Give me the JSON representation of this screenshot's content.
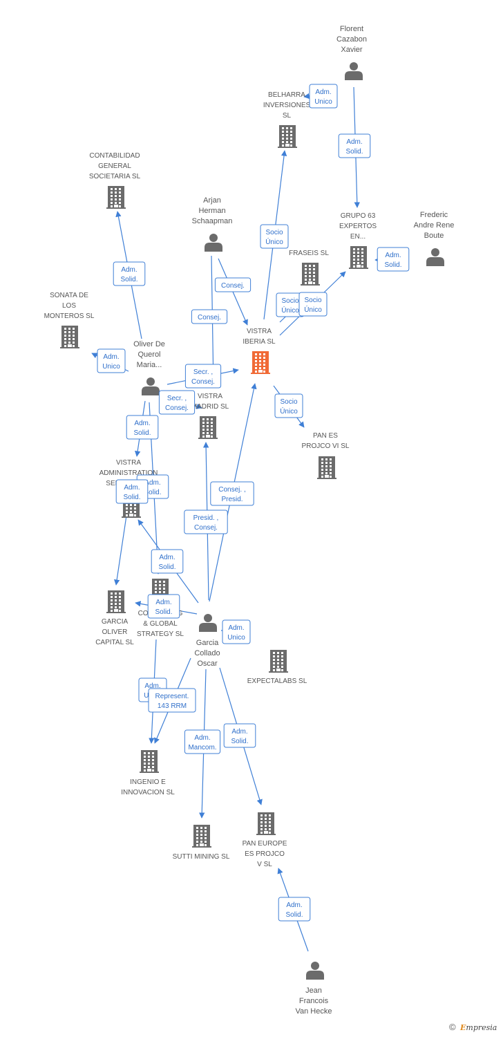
{
  "footer": {
    "copyright": "©",
    "brand_initial": "E",
    "brand_rest": "mpresia"
  },
  "nodes": [
    {
      "id": "florent",
      "type": "person",
      "label": [
        "Florent",
        "Cazabon",
        "Xavier"
      ]
    },
    {
      "id": "belharra",
      "type": "company",
      "label": [
        "BELHARRA",
        "INVERSIONES",
        "SL"
      ]
    },
    {
      "id": "contabilidad",
      "type": "company",
      "label": [
        "CONTABILIDAD",
        "GENERAL",
        "SOCIETARIA SL"
      ]
    },
    {
      "id": "arjan",
      "type": "person",
      "label": [
        "Arjan",
        "Herman",
        "Schaapman"
      ]
    },
    {
      "id": "grupo63",
      "type": "company",
      "label": [
        "GRUPO 63",
        "EXPERTOS",
        "EN..."
      ]
    },
    {
      "id": "frederic",
      "type": "person",
      "label": [
        "Frederic",
        "Andre Rene",
        "Boute"
      ]
    },
    {
      "id": "fraseis",
      "type": "company",
      "label": [
        "FRASEIS SL"
      ]
    },
    {
      "id": "sonata",
      "type": "company",
      "label": [
        "SONATA DE",
        "LOS",
        "MONTEROS SL"
      ]
    },
    {
      "id": "vistra_iberia",
      "type": "company-main",
      "label": [
        "VISTRA",
        "IBERIA SL"
      ]
    },
    {
      "id": "oliver",
      "type": "person",
      "label": [
        "Oliver De",
        "Querol",
        "Maria..."
      ]
    },
    {
      "id": "vistra_madrid",
      "type": "company",
      "label": [
        "VISTRA",
        "MADRID SL"
      ]
    },
    {
      "id": "panes_vi",
      "type": "company",
      "label": [
        "PAN ES",
        "PROJCO VI SL"
      ]
    },
    {
      "id": "vistra_admin",
      "type": "company",
      "label": [
        "VISTRA",
        "ADMINISTRATION",
        "SERVICES SL"
      ]
    },
    {
      "id": "consulting",
      "type": "company",
      "label": [
        "CONSULTING",
        "& GLOBAL",
        "STRATEGY SL"
      ]
    },
    {
      "id": "garcia_oliver",
      "type": "company",
      "label": [
        "GARCIA",
        "OLIVER",
        "CAPITAL SL"
      ]
    },
    {
      "id": "garcia_oscar",
      "type": "person",
      "label": [
        "Garcia",
        "Collado",
        "Oscar"
      ]
    },
    {
      "id": "expectalabs",
      "type": "company",
      "label": [
        "EXPECTALABS SL"
      ]
    },
    {
      "id": "ingenio",
      "type": "company",
      "label": [
        "INGENIO E",
        "INNOVACION SL"
      ]
    },
    {
      "id": "sutti",
      "type": "company",
      "label": [
        "SUTTI MINING SL"
      ]
    },
    {
      "id": "paneurope_v",
      "type": "company",
      "label": [
        "PAN EUROPE",
        "ES PROJCO",
        "V SL"
      ]
    },
    {
      "id": "jean",
      "type": "person",
      "label": [
        "Jean",
        "Francois",
        "Van Hecke"
      ]
    }
  ],
  "edges": [
    {
      "from": "florent",
      "to": "grupo63",
      "label": [
        "Adm.",
        "Solid."
      ]
    },
    {
      "from": "florent",
      "to": "belharra",
      "label": [
        "Adm.",
        "Unico"
      ]
    },
    {
      "from": "vistra_iberia",
      "to": "belharra",
      "label": [
        "Socio",
        "Único"
      ]
    },
    {
      "from": "oliver",
      "to": "contabilidad",
      "label": [
        "Adm.",
        "Solid."
      ]
    },
    {
      "from": "arjan",
      "to": "vistra_iberia",
      "label": [
        "Consej."
      ]
    },
    {
      "from": "arjan",
      "to": "vistra_madrid",
      "label": [
        "Consej."
      ]
    },
    {
      "from": "frederic",
      "to": "grupo63",
      "label": [
        "Adm.",
        "Solid."
      ]
    },
    {
      "from": "vistra_iberia",
      "to": "fraseis",
      "label": [
        "Socio",
        "Único"
      ]
    },
    {
      "from": "vistra_iberia",
      "to": "grupo63",
      "label": [
        "Socio",
        "Único"
      ]
    },
    {
      "from": "oliver",
      "to": "sonata",
      "label": [
        "Adm.",
        "Unico"
      ]
    },
    {
      "from": "oliver",
      "to": "vistra_iberia",
      "label": [
        "Secr. ,",
        "Consej."
      ]
    },
    {
      "from": "oliver",
      "to": "vistra_madrid",
      "label": [
        "Secr. ,",
        "Consej."
      ]
    },
    {
      "from": "vistra_iberia",
      "to": "panes_vi",
      "label": [
        "Socio",
        "Único"
      ]
    },
    {
      "from": "oliver",
      "to": "vistra_admin",
      "label": [
        "Adm.",
        "Solid."
      ]
    },
    {
      "from": "oliver",
      "to": "consulting",
      "label": [
        "Adm.",
        "Solid."
      ]
    },
    {
      "from": "oliver",
      "to": "garcia_oliver",
      "label": [
        "Adm.",
        "Solid."
      ]
    },
    {
      "from": "garcia_oscar",
      "to": "vistra_iberia",
      "label": [
        "Consej. ,",
        "Presid."
      ]
    },
    {
      "from": "garcia_oscar",
      "to": "vistra_madrid",
      "label": [
        "Presid. ,",
        "Consej."
      ]
    },
    {
      "from": "garcia_oscar",
      "to": "vistra_admin",
      "label": [
        "Adm.",
        "Solid."
      ]
    },
    {
      "from": "garcia_oscar",
      "to": "garcia_oliver",
      "label": [
        "Adm.",
        "Solid."
      ]
    },
    {
      "from": "garcia_oscar",
      "to": "consulting",
      "label": [
        "Adm.",
        "Unico"
      ]
    },
    {
      "from": "consulting",
      "to": "ingenio",
      "label": [
        "Adm.",
        "Unico"
      ]
    },
    {
      "from": "garcia_oscar",
      "to": "ingenio",
      "label": [
        "Represent.",
        "143 RRM"
      ]
    },
    {
      "from": "garcia_oscar",
      "to": "sutti",
      "label": [
        "Adm.",
        "Mancom."
      ]
    },
    {
      "from": "garcia_oscar",
      "to": "paneurope_v",
      "label": [
        "Adm.",
        "Solid."
      ]
    },
    {
      "from": "jean",
      "to": "paneurope_v",
      "label": [
        "Adm.",
        "Solid."
      ]
    }
  ]
}
